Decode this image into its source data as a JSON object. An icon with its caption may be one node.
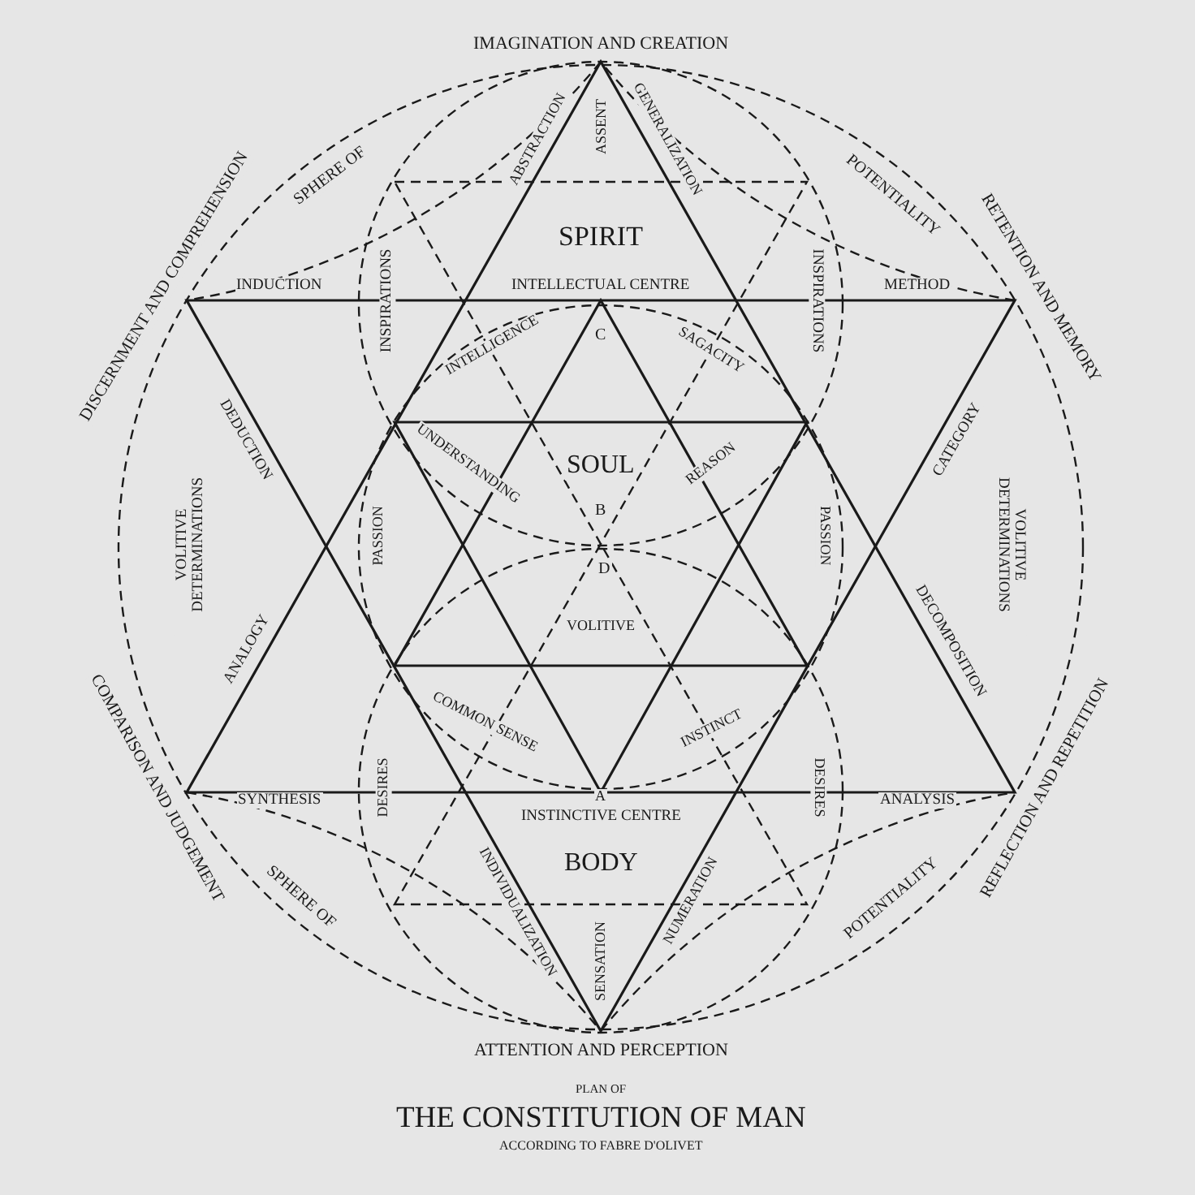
{
  "diagram": {
    "title": "THE CONSTITUTION OF MAN",
    "caption": "ACCORDING TO FABRE D'OLIVET",
    "labels": [
      "IMAGINATION AND CREATION",
      "SPHERE OF",
      "DISCERNMENT AND COMPREHENSION",
      "ABSTRACTION",
      "ASSENT",
      "GENERALIZATION",
      "POTENTIALITY",
      "RETENTION AND MEMORY",
      "SPIRIT",
      "INSPIRATIONS",
      "INSPIRATIONS",
      "INDUCTION",
      "INTELLECTUAL CENTRE",
      "METHOD",
      "C",
      "INTELLIGENCE",
      "SAGACITY",
      "DEDUCTION",
      "UNDERSTANDING",
      "SOUL",
      "REASON",
      "CATEGORY",
      "B",
      "VOLITIVE DETERMINATIONS",
      "PASSION",
      "D",
      "PASSION",
      "VOLITIVE DETERMINATIONS",
      "VOLITIVE",
      "ANALOGY",
      "DECOMPOSITION",
      "COMPARISON AND JUDGEMENT",
      "COMMON SENSE",
      "INSTINCT",
      "REFLECTION AND REPETITION",
      "DESIRES",
      "DESIRES",
      "SYNTHESIS",
      "A",
      "INSTINCTIVE CENTRE",
      "ANALYSIS",
      "BODY",
      "SPHERE OF",
      "INDIVIDUALIZATION",
      "SENSATION",
      "NUMERATION",
      "POTENTIALITY",
      "ATTENTION AND PERCEPTION",
      "PLAN OF"
    ]
  }
}
